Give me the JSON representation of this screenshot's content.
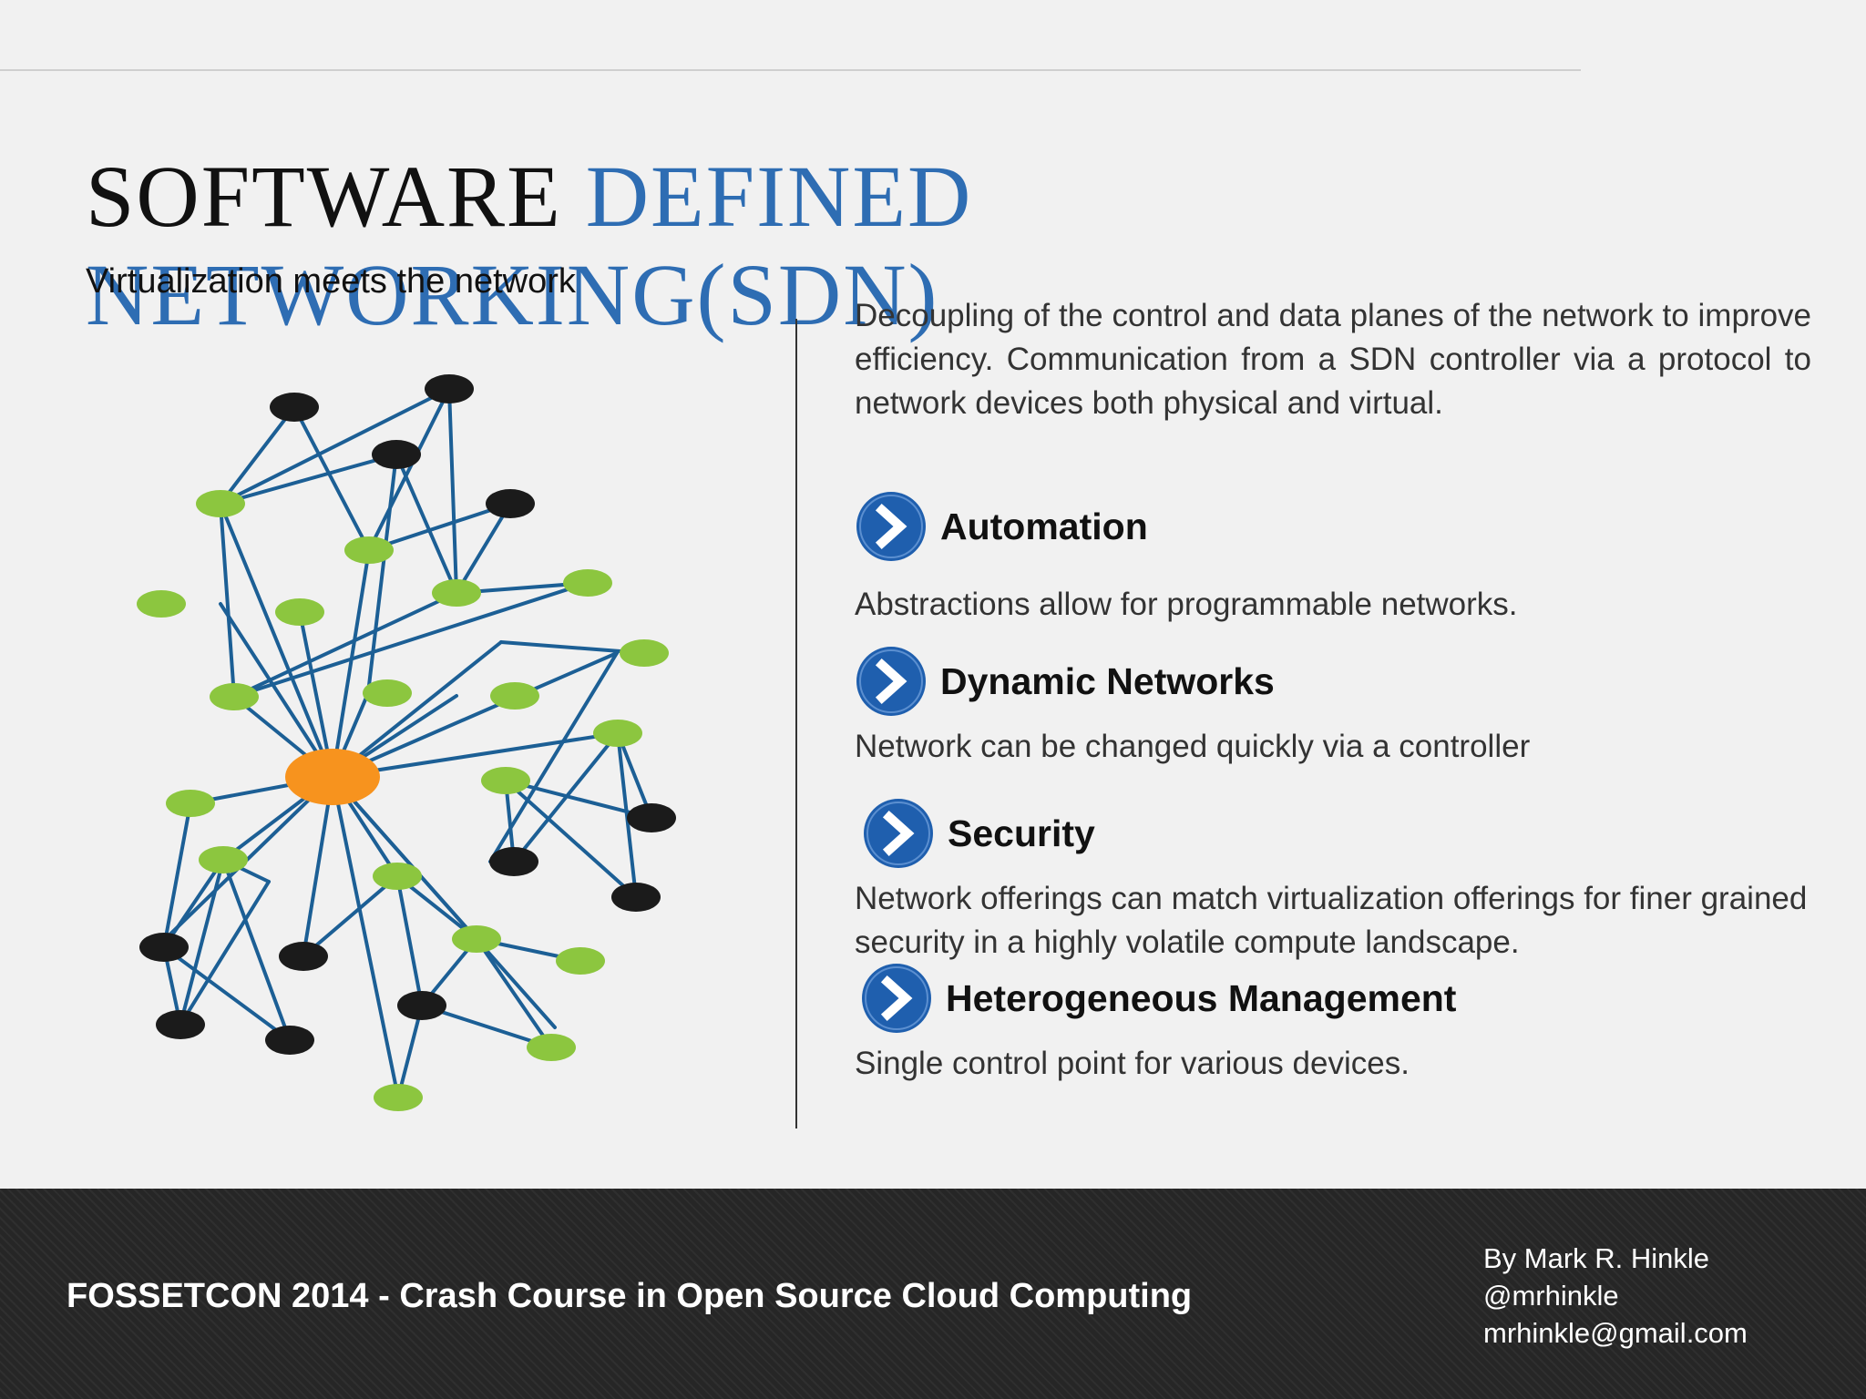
{
  "slide": {
    "title_part1": "SOFTWARE ",
    "title_part2": "DEFINED NETWORKING(SDN)",
    "subtitle": "Virtualization meets the network",
    "intro": "Decoupling of the control and data planes of the network to improve efficiency. Communication from a SDN controller via a protocol to network devices both physical and virtual."
  },
  "features": [
    {
      "title": "Automation",
      "desc": "Abstractions allow for programmable networks.",
      "icon": "chevron-right-icon"
    },
    {
      "title": "Dynamic Networks",
      "desc": "Network can be changed quickly via a controller",
      "icon": "chevron-right-icon"
    },
    {
      "title": "Security",
      "desc": "Network offerings can match virtualization offerings for finer grained security in a highly volatile compute landscape.",
      "icon": "chevron-right-icon"
    },
    {
      "title": "Heterogeneous Management",
      "desc": "Single control point for various devices.",
      "icon": "chevron-right-icon"
    }
  ],
  "footer": {
    "title": "FOSSETCON 2014 - Crash Course in Open Source Cloud Computing",
    "author_name": "By Mark R. Hinkle",
    "author_handle": "@mrhinkle",
    "author_email": "mrhinkle@gmail.com"
  },
  "colors": {
    "title_blue": "#2e6db3",
    "badge_blue": "#1f5fae",
    "edge_blue": "#1c5f95",
    "node_green": "#8cc63f",
    "node_black": "#1b1b1b",
    "hub_orange": "#f7931e",
    "footer_bg": "#262626"
  }
}
